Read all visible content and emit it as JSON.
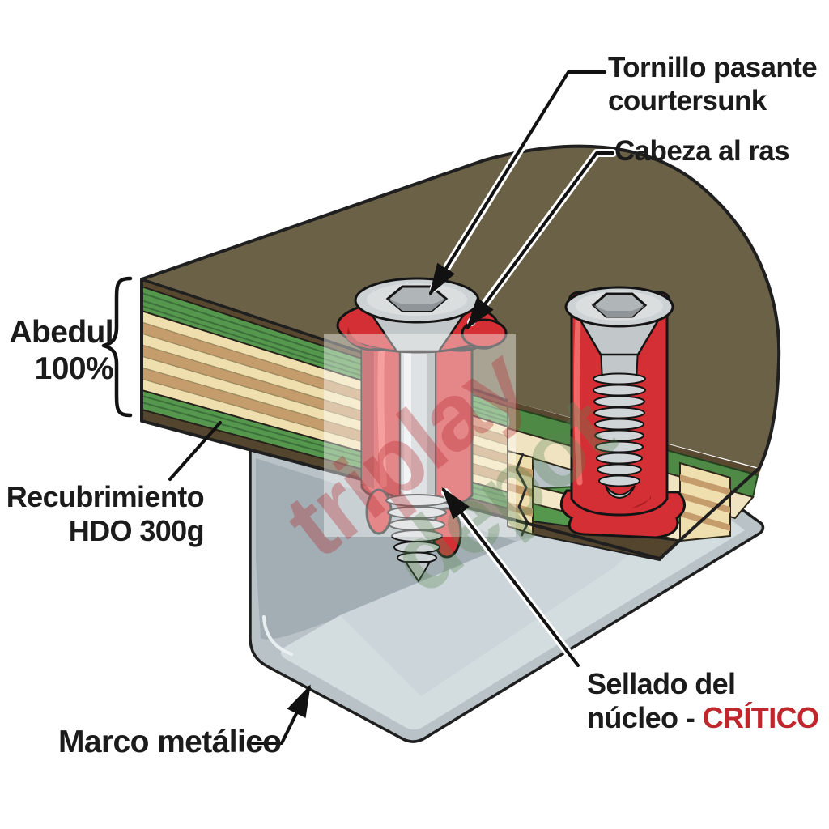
{
  "diagram": {
    "labels": {
      "through_screw": {
        "line1": "Tornillo pasante",
        "line2": "courtersunk"
      },
      "flush_head": "Cabeza al ras",
      "birch": {
        "line1": "Abedul",
        "line2": "100%"
      },
      "coating": {
        "line1": "Recubrimiento",
        "line2": "HDO 300g"
      },
      "metal_frame": "Marco metálico",
      "core_seal": {
        "line1": "Sellado del",
        "line2_prefix": "núcleo - ",
        "line2_critical": "CRÍTICO"
      }
    },
    "watermark": {
      "word1": "triplay",
      "word2": "depot"
    },
    "colors": {
      "critical_red": "#c0272d",
      "sealant_red": "#d32f35",
      "panel_top_olive": "#6b6147",
      "hdo_edge_brown": "#54462e",
      "birch_green": "#55974d",
      "veneer_cream": "#f0dfae",
      "veneer_tan": "#c59c6b",
      "core_cream": "#efe3c2",
      "screw_gray": "#cdd2d4",
      "frame_gray": "#b8c2c7",
      "label_text": "#1b1b1b"
    }
  }
}
